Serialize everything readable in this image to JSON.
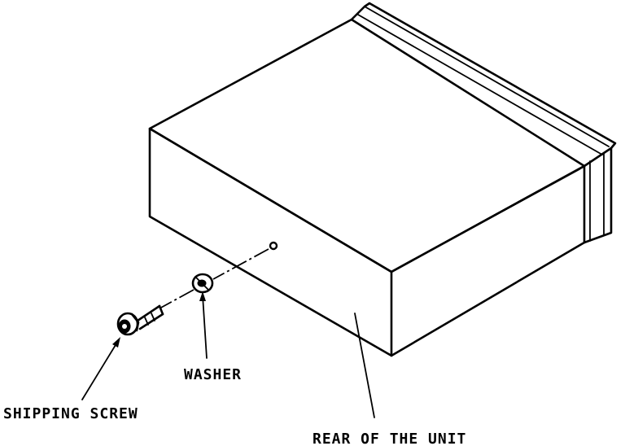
{
  "labels": {
    "washer": "WASHER",
    "shipping_screw": "SHIPPING SCREW",
    "rear_of_unit": "REAR OF THE UNIT"
  }
}
